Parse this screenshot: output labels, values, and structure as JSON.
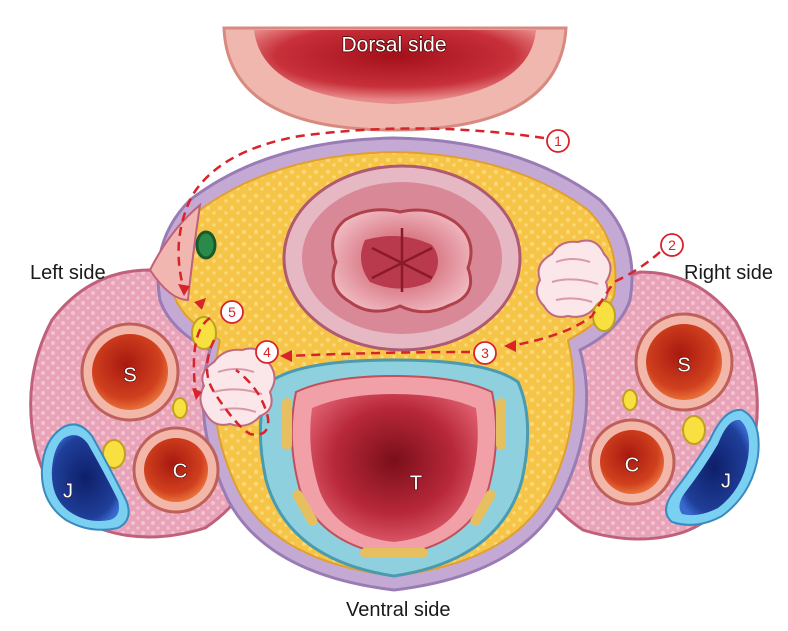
{
  "labels": {
    "dorsal": "Dorsal side",
    "ventral": "Ventral side",
    "left": "Left side",
    "right": "Right side"
  },
  "organs": {
    "trachea": "T",
    "left_s": "S",
    "left_c": "C",
    "left_j": "J",
    "right_s": "S",
    "right_c": "C",
    "right_j": "J"
  },
  "steps": [
    "1",
    "2",
    "3",
    "4",
    "5"
  ],
  "colors": {
    "route": "#d8232a",
    "fat": "#f7c84a",
    "vessel": "#c8281a",
    "vein": "#1f3f9a",
    "cartilage": "#9fd3e0",
    "muscle": "#e8a0b4"
  }
}
